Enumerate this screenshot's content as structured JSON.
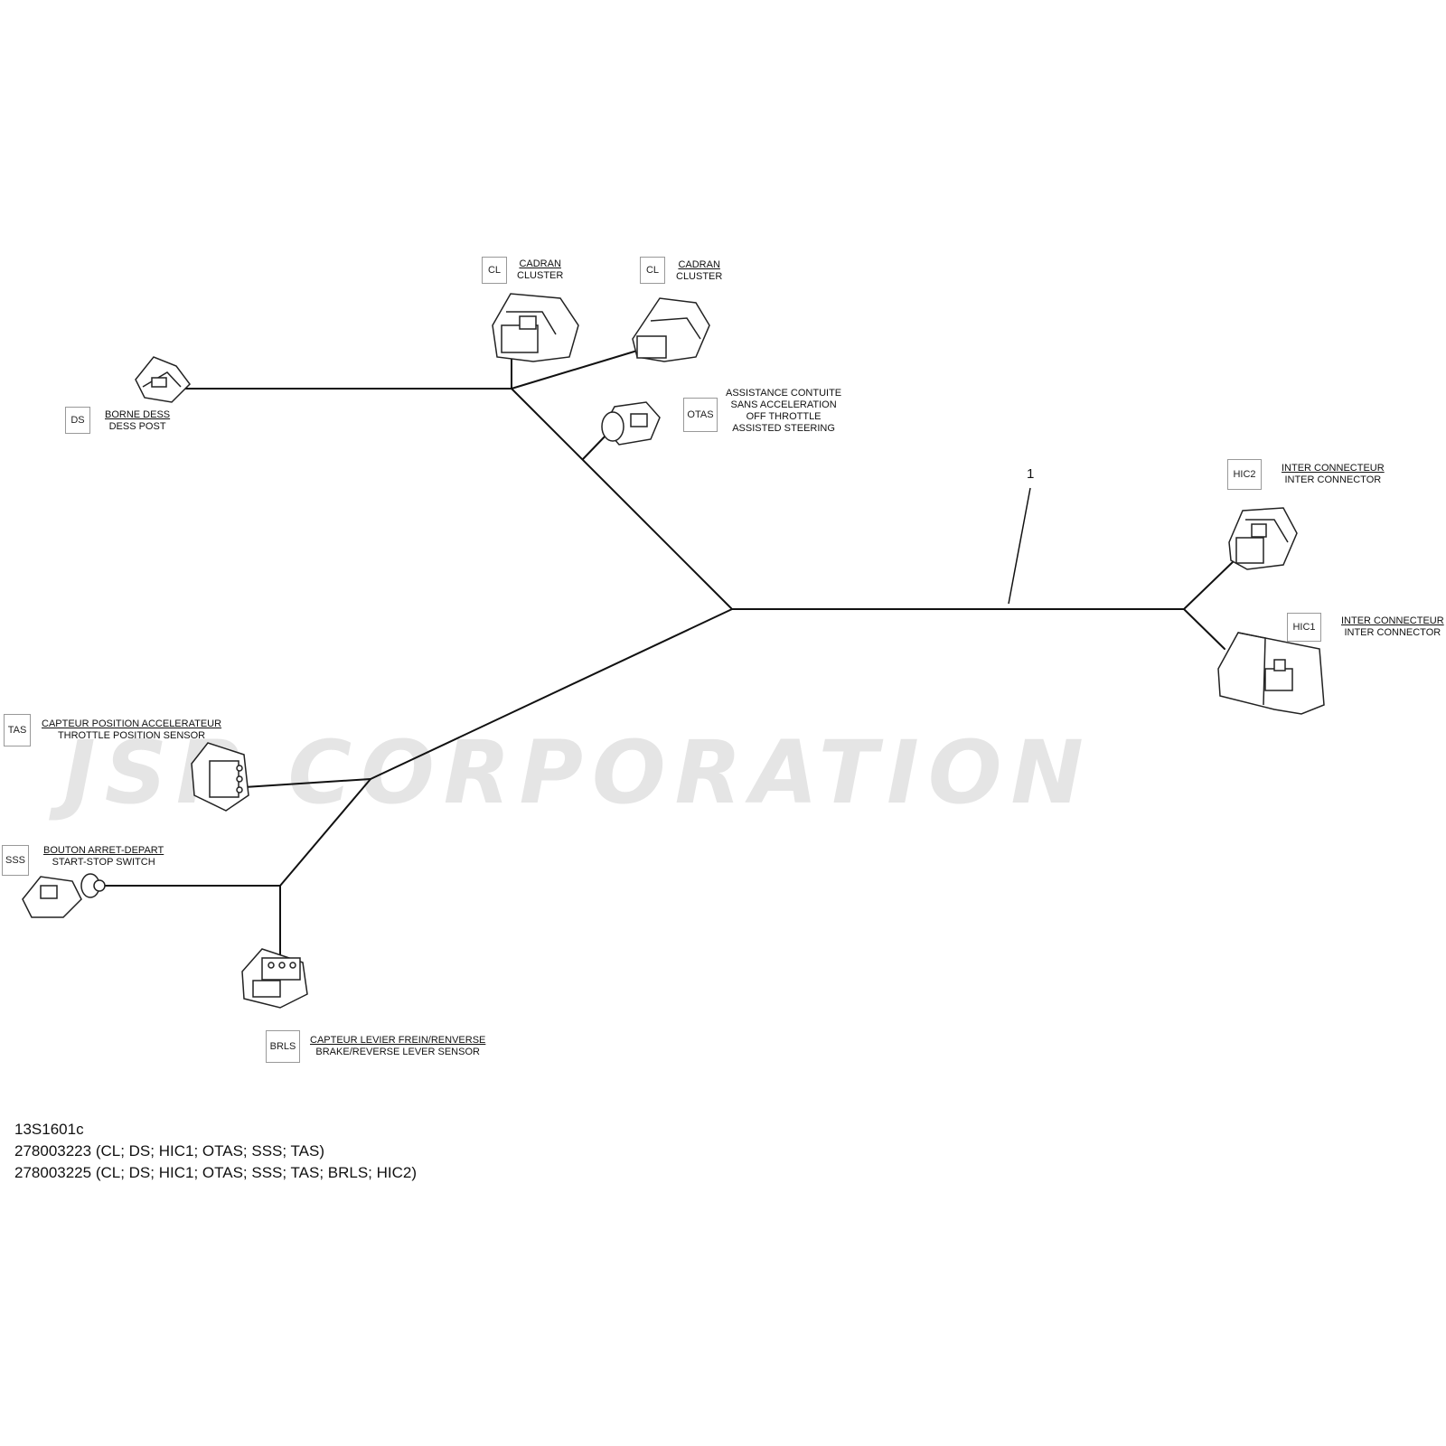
{
  "watermark": "JSP CORPORATION",
  "callout": "1",
  "connectors": {
    "cl1": {
      "code": "CL",
      "fr": "CADRAN",
      "en": "CLUSTER"
    },
    "cl2": {
      "code": "CL",
      "fr": "CADRAN",
      "en": "CLUSTER"
    },
    "ds": {
      "code": "DS",
      "fr": "BORNE DESS",
      "en": "DESS POST"
    },
    "otas": {
      "code": "OTAS",
      "lines": [
        "ASSISTANCE CONTUITE",
        "SANS ACCELERATION",
        "OFF THROTTLE",
        "ASSISTED STEERING"
      ]
    },
    "hic2": {
      "code": "HIC2",
      "fr": "INTER CONNECTEUR",
      "en": "INTER CONNECTOR"
    },
    "hic1": {
      "code": "HIC1",
      "fr": "INTER CONNECTEUR",
      "en": "INTER CONNECTOR"
    },
    "tas": {
      "code": "TAS",
      "fr": "CAPTEUR POSITION ACCELERATEUR",
      "en": "THROTTLE POSITION SENSOR"
    },
    "sss": {
      "code": "SSS",
      "fr": "BOUTON ARRET-DEPART",
      "en": "START-STOP SWITCH"
    },
    "brls": {
      "code": "BRLS",
      "fr": "CAPTEUR LEVIER FREIN/RENVERSE",
      "en": "BRAKE/REVERSE LEVER SENSOR"
    }
  },
  "footer": {
    "ref": "13S1601c",
    "part1": "278003223 (CL; DS; HIC1; OTAS; SSS; TAS)",
    "part2": "278003225 (CL; DS; HIC1; OTAS; SSS; TAS; BRLS; HIC2)"
  }
}
